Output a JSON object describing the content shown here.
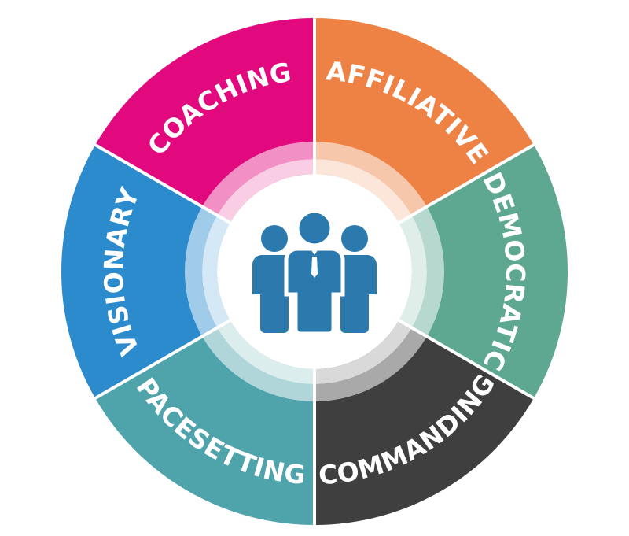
{
  "diagram": {
    "segments": [
      {
        "label": "COACHING",
        "color": "#e2097e"
      },
      {
        "label": "AFFILIATIVE",
        "color": "#ee8245"
      },
      {
        "label": "DEMOCRATIC",
        "color": "#5ea891"
      },
      {
        "label": "COMMANDING",
        "color": "#3f3f3f"
      },
      {
        "label": "PACESETTING",
        "color": "#4fa4ac"
      },
      {
        "label": "VISIONARY",
        "color": "#2c8bcd"
      }
    ],
    "center_icon": {
      "name": "team-icon",
      "color": "#2b79ad"
    }
  }
}
